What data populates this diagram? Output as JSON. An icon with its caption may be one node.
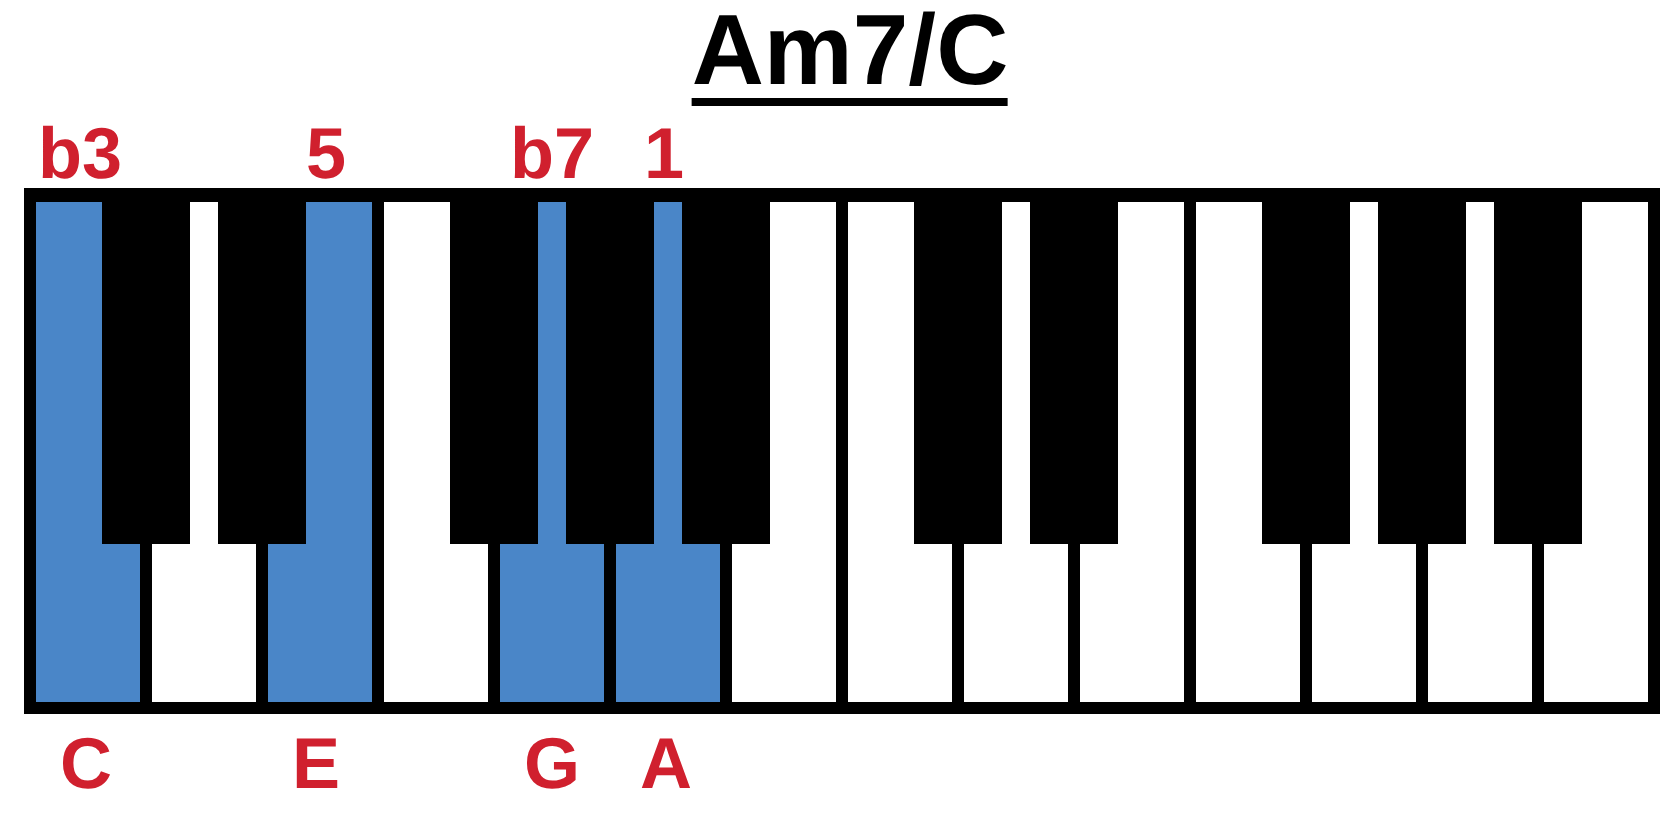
{
  "diagram": {
    "title": "Am7/C",
    "labels": [
      "b3",
      "5",
      "b7",
      "1",
      "C",
      "E",
      "G",
      "A"
    ]
  }
}
